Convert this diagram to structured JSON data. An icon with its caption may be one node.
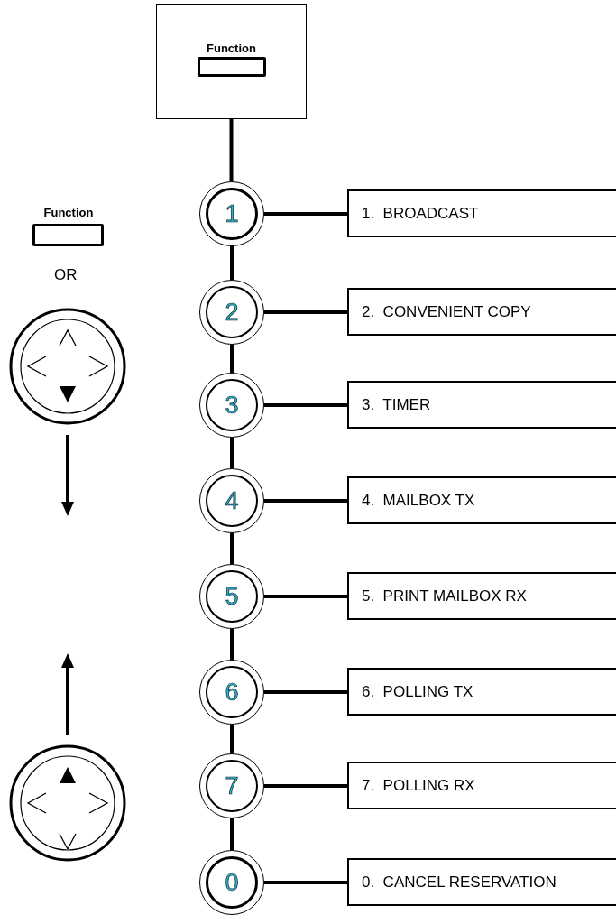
{
  "diagram": {
    "nodes": [
      {
        "text": [
          "Function"
        ]
      },
      {
        "text": [
          "1"
        ]
      },
      {
        "text": [
          "2"
        ]
      },
      {
        "text": [
          "3"
        ]
      },
      {
        "text": [
          "4"
        ]
      },
      {
        "text": [
          "5"
        ]
      },
      {
        "text": [
          "6"
        ]
      },
      {
        "text": [
          "7"
        ]
      },
      {
        "text": [
          "0"
        ]
      },
      {
        "text": [
          "1.  BROADCAST"
        ]
      },
      {
        "text": [
          "2.  CONVENIENT COPY"
        ]
      },
      {
        "text": [
          "3.  TIMER"
        ]
      },
      {
        "text": [
          "4.  MAILBOX TX"
        ]
      },
      {
        "text": [
          "5.  PRINT MAILBOX RX"
        ]
      },
      {
        "text": [
          "6.  POLLING TX"
        ]
      },
      {
        "text": [
          "7.  POLLING RX"
        ]
      },
      {
        "text": [
          "0.  CANCEL RESERVATION"
        ]
      }
    ],
    "edges": [
      {
        "from": 0,
        "to": 1,
        "arrow": "none"
      },
      {
        "from": 1,
        "to": 2,
        "arrow": "none"
      },
      {
        "from": 2,
        "to": 3,
        "arrow": "none"
      },
      {
        "from": 3,
        "to": 4,
        "arrow": "none"
      },
      {
        "from": 4,
        "to": 5,
        "arrow": "none"
      },
      {
        "from": 5,
        "to": 6,
        "arrow": "none"
      },
      {
        "from": 6,
        "to": 7,
        "arrow": "none"
      },
      {
        "from": 7,
        "to": 8,
        "arrow": "none"
      },
      {
        "from": 1,
        "to": 9,
        "arrow": "none"
      },
      {
        "from": 2,
        "to": 10,
        "arrow": "none"
      },
      {
        "from": 3,
        "to": 11,
        "arrow": "none"
      },
      {
        "from": 4,
        "to": 12,
        "arrow": "none"
      },
      {
        "from": 5,
        "to": 13,
        "arrow": "none"
      },
      {
        "from": 6,
        "to": 14,
        "arrow": "none"
      },
      {
        "from": 7,
        "to": 15,
        "arrow": "none"
      },
      {
        "from": 8,
        "to": 16,
        "arrow": "none"
      }
    ],
    "labels": [
      "Function",
      "OR"
    ]
  }
}
